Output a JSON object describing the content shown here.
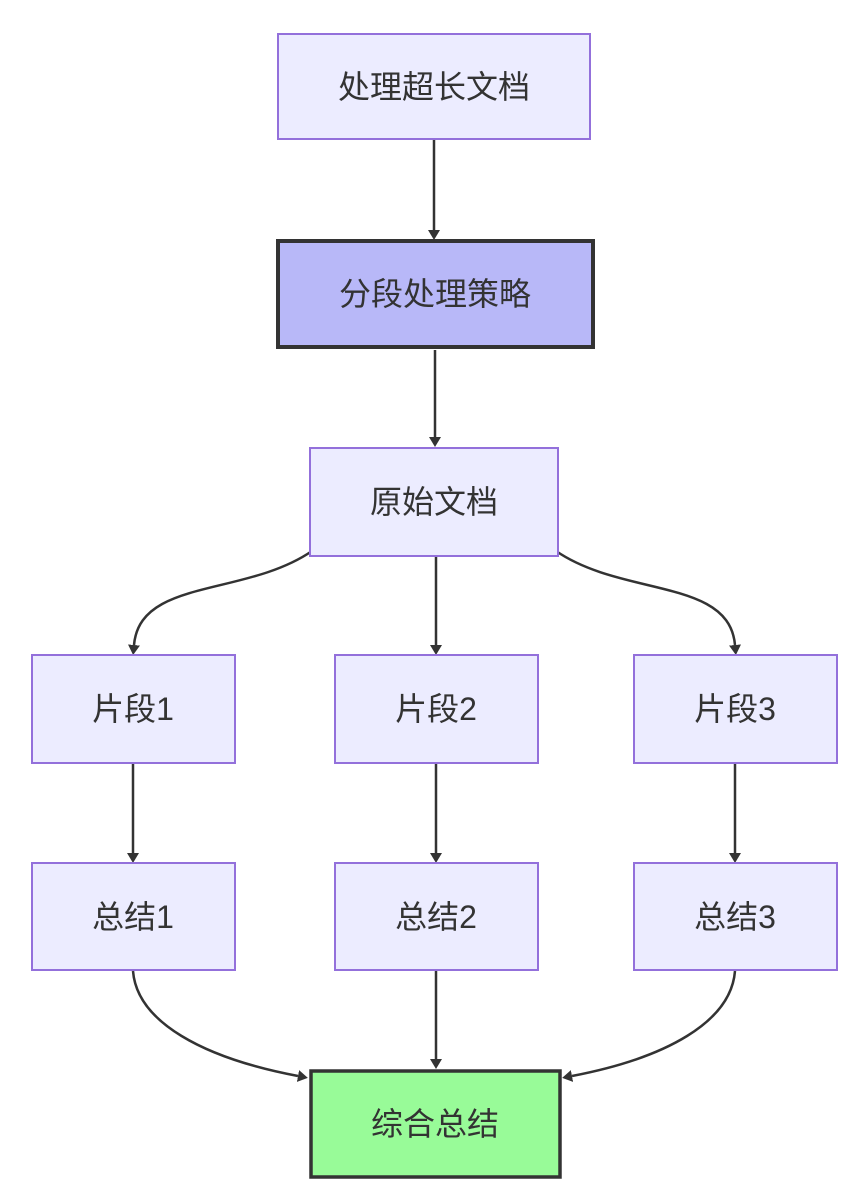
{
  "diagram": {
    "type": "flowchart",
    "direction": "top-down",
    "nodes": {
      "task": {
        "label": "处理超长文档",
        "style": "default"
      },
      "strategy": {
        "label": "分段处理策略",
        "style": "highlight"
      },
      "source_doc": {
        "label": "原始文档",
        "style": "default"
      },
      "fragment1": {
        "label": "片段1",
        "style": "default"
      },
      "fragment2": {
        "label": "片段2",
        "style": "default"
      },
      "fragment3": {
        "label": "片段3",
        "style": "default"
      },
      "summary1": {
        "label": "总结1",
        "style": "default"
      },
      "summary2": {
        "label": "总结2",
        "style": "default"
      },
      "summary3": {
        "label": "总结3",
        "style": "default"
      },
      "final_summary": {
        "label": "综合总结",
        "style": "success"
      }
    },
    "edges": [
      {
        "from": "task",
        "to": "strategy"
      },
      {
        "from": "strategy",
        "to": "source_doc"
      },
      {
        "from": "source_doc",
        "to": "fragment1"
      },
      {
        "from": "source_doc",
        "to": "fragment2"
      },
      {
        "from": "source_doc",
        "to": "fragment3"
      },
      {
        "from": "fragment1",
        "to": "summary1"
      },
      {
        "from": "fragment2",
        "to": "summary2"
      },
      {
        "from": "fragment3",
        "to": "summary3"
      },
      {
        "from": "summary1",
        "to": "final_summary"
      },
      {
        "from": "summary2",
        "to": "final_summary"
      },
      {
        "from": "summary3",
        "to": "final_summary"
      }
    ],
    "colors": {
      "node_fill": "#ECECFF",
      "node_border": "#9370DB",
      "highlight_fill": "#B8B8F8",
      "highlight_border": "#333333",
      "success_fill": "#98FB98",
      "success_border": "#333333",
      "edge": "#333333",
      "label_text": "#333333",
      "background": "#FFFFFF"
    }
  }
}
